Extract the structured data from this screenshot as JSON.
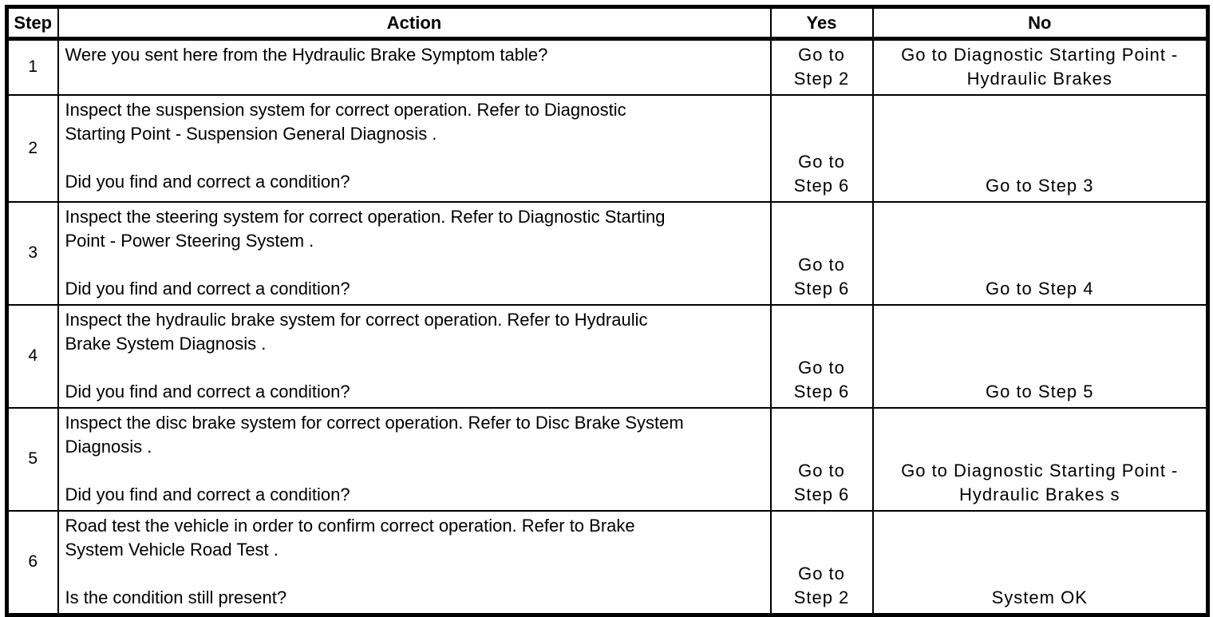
{
  "table": {
    "headers": {
      "step": "Step",
      "action": "Action",
      "yes": "Yes",
      "no": "No"
    },
    "rows": [
      {
        "step": "1",
        "action": "Were you sent here from the Hydraulic Brake Symptom table?",
        "yes": "Go to\nStep 2",
        "no": "Go to Diagnostic Starting Point -\nHydraulic Brakes"
      },
      {
        "step": "2",
        "action": "Inspect the suspension system for correct operation. Refer to Diagnostic\nStarting Point - Suspension General Diagnosis .\n\nDid you find and correct a condition?",
        "yes": "Go to\nStep 6",
        "no": "Go to Step 3"
      },
      {
        "step": "3",
        "action": "Inspect the steering system for correct operation. Refer to Diagnostic Starting\nPoint - Power Steering System .\n\nDid you find and correct a condition?",
        "yes": "Go to\nStep 6",
        "no": "Go to Step 4"
      },
      {
        "step": "4",
        "action": "Inspect the hydraulic brake system for correct operation. Refer to Hydraulic\nBrake System Diagnosis .\n\nDid you find and correct a condition?",
        "yes": "Go to\nStep 6",
        "no": "Go to Step 5"
      },
      {
        "step": "5",
        "action": "Inspect the disc brake system for correct operation. Refer to Disc Brake System\nDiagnosis .\n\nDid you find and correct a condition?",
        "yes": "Go to\nStep 6",
        "no": "Go to Diagnostic Starting Point -\nHydraulic Brakes s"
      },
      {
        "step": "6",
        "action": "Road test the vehicle in order to confirm correct operation. Refer to Brake\nSystem Vehicle Road Test .\n\nIs the condition still present?",
        "yes": "Go to\nStep 2",
        "no": "System OK"
      }
    ]
  },
  "colors": {
    "border": "#000000",
    "background": "#ffffff",
    "text": "#000000"
  }
}
